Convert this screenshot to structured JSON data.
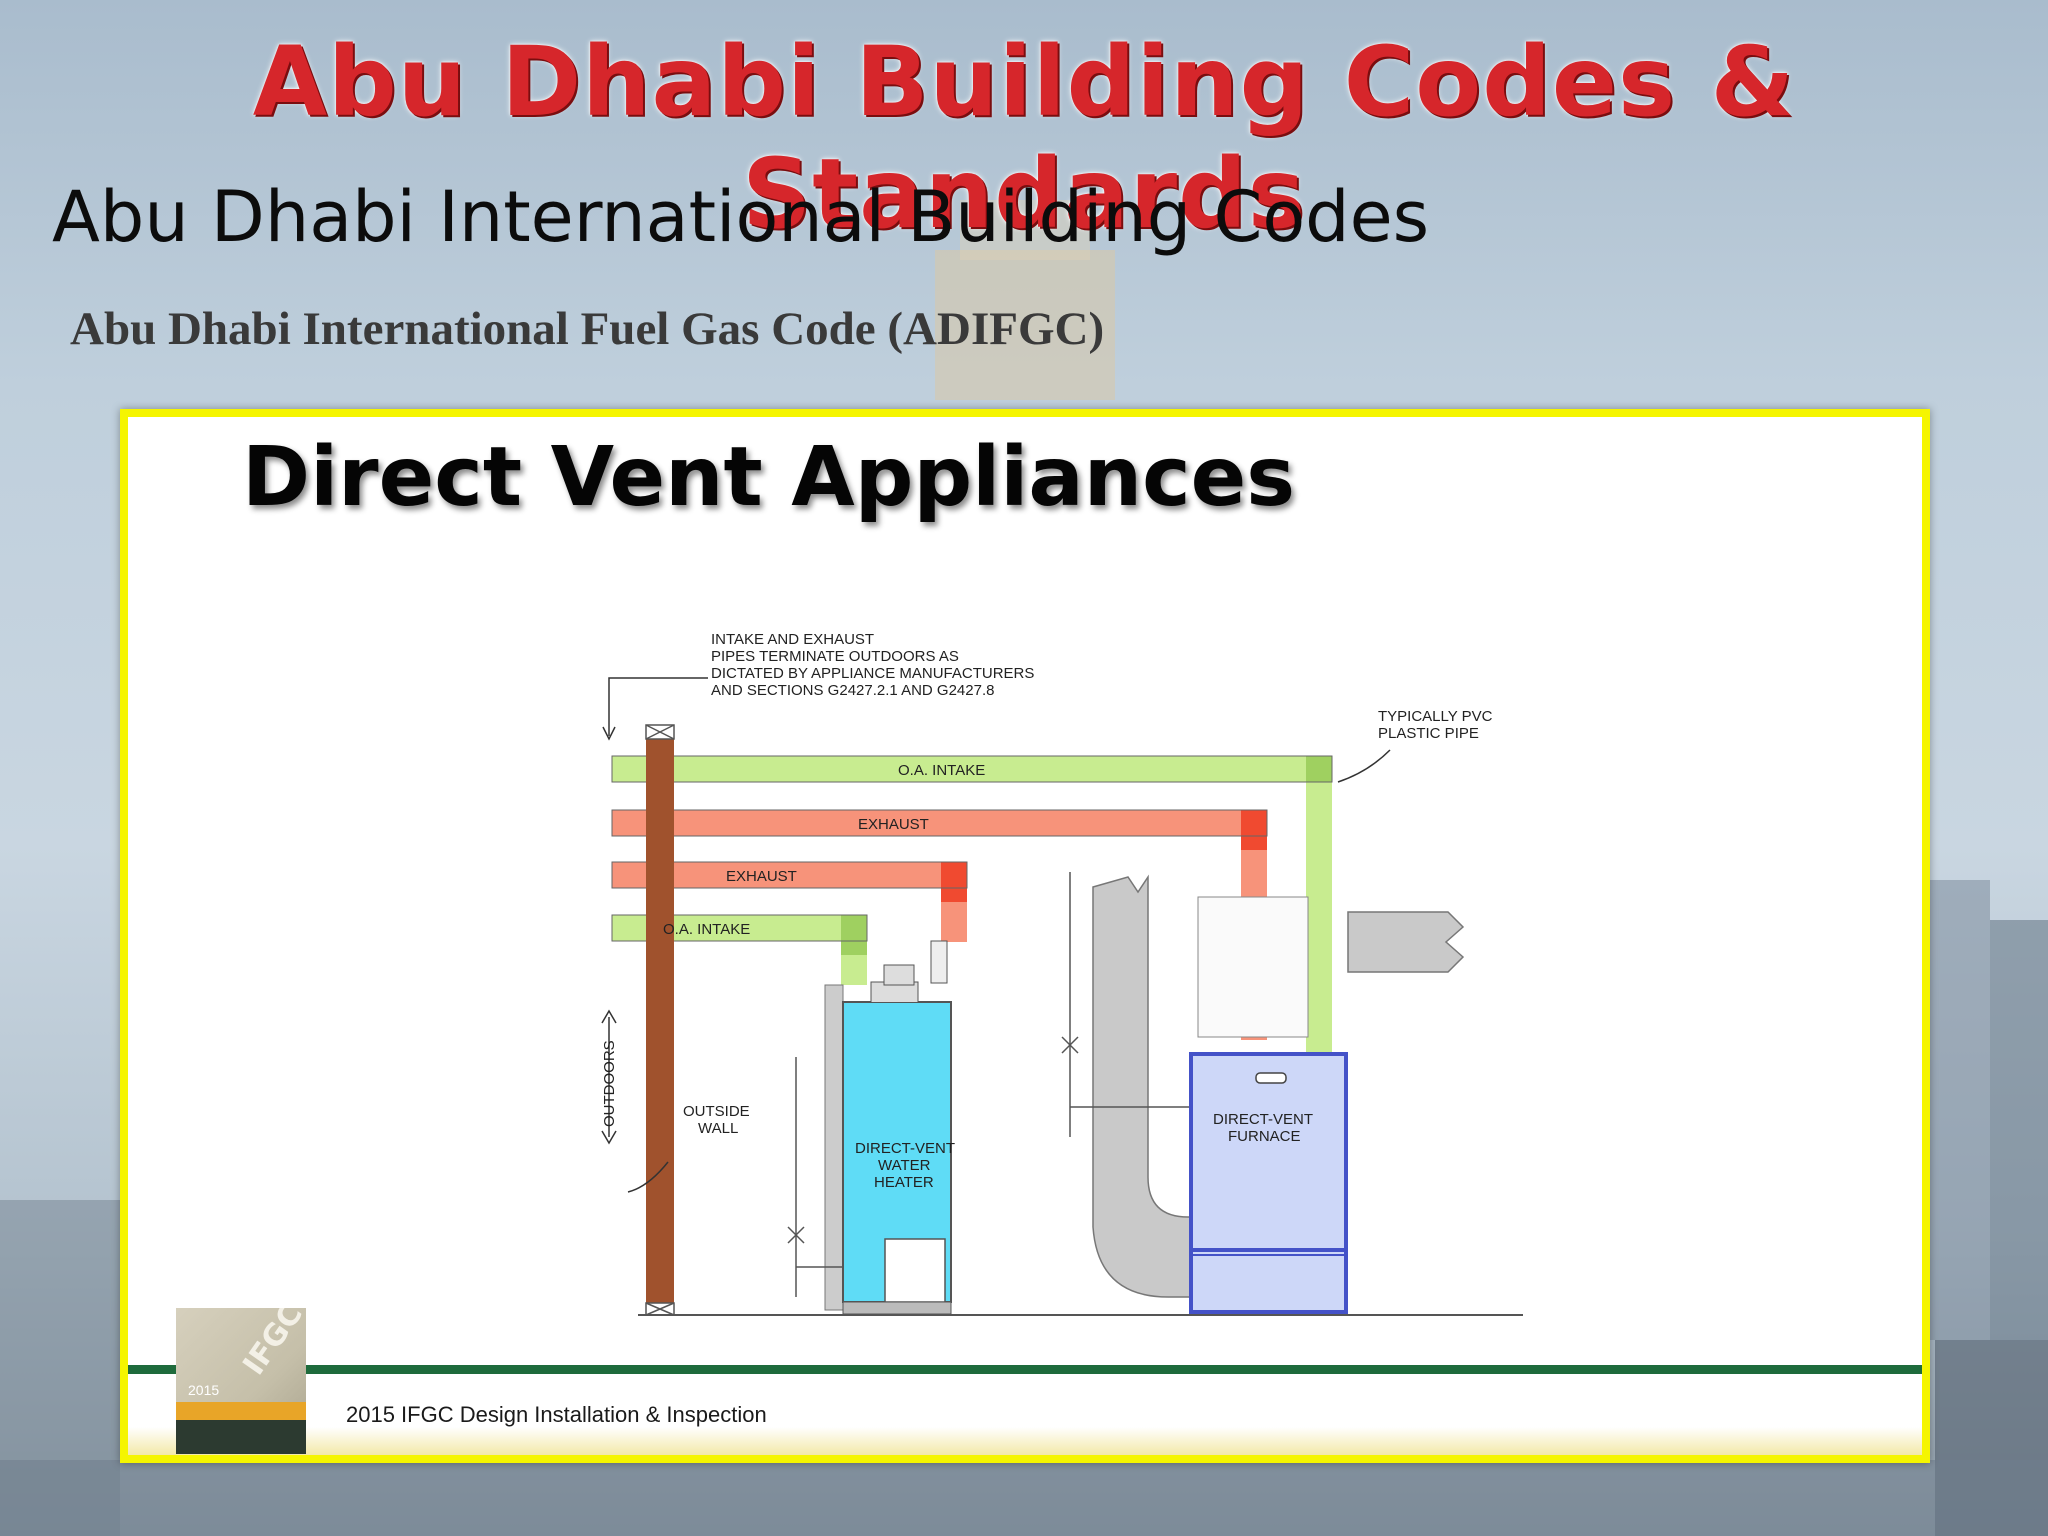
{
  "header": {
    "title": "Abu Dhabi Building Codes & Standards",
    "subtitle": "Abu Dhabi International Building Codes",
    "code_name": "Abu Dhabi International Fuel Gas Code (ADIFGC)"
  },
  "slide": {
    "title": "Direct Vent Appliances",
    "footer": "2015 IFGC Design Installation & Inspection",
    "book_logo": "IFGC",
    "book_year": "2015"
  },
  "diagram": {
    "note_top": [
      "INTAKE AND EXHAUST",
      "PIPES TERMINATE OUTDOORS AS",
      "DICTATED BY APPLIANCE MANUFACTURERS",
      "AND SECTIONS G2427.2.1 AND G2427.8"
    ],
    "note_pvc": [
      "TYPICALLY PVC",
      "PLASTIC PIPE"
    ],
    "pipe_labels": {
      "oa_intake_top": "O.A. INTAKE",
      "exhaust_top": "EXHAUST",
      "exhaust_mid": "EXHAUST",
      "oa_intake_low": "O.A. INTAKE"
    },
    "outdoors": "OUTDOORS",
    "outside_wall": [
      "OUTSIDE",
      "WALL"
    ],
    "water_heater": [
      "DIRECT-VENT",
      "WATER",
      "HEATER"
    ],
    "furnace": [
      "DIRECT-VENT",
      "FURNACE"
    ],
    "colors": {
      "intake": "#c8ec90",
      "intake_dark": "#9fd060",
      "exhaust": "#f7937a",
      "exhaust_dark": "#f04a30",
      "wall": "#a0522d",
      "water_heater": "#5fdcf6",
      "furnace": "#cdd7f8",
      "furnace_border": "#4452c8",
      "frame": "#f5f500",
      "footer_line": "#1e6b3c",
      "title_red": "#d6262b"
    }
  }
}
